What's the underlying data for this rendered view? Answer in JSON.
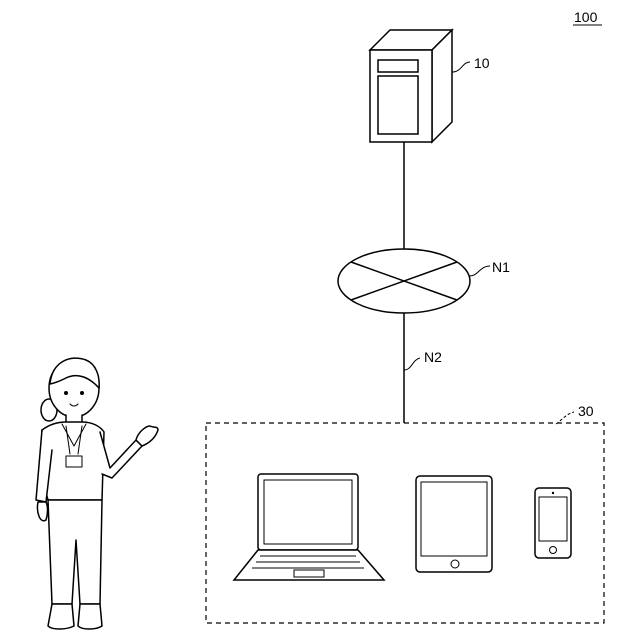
{
  "figure": {
    "number": "100"
  },
  "server": {
    "ref": "10"
  },
  "network": {
    "ref": "N1"
  },
  "link": {
    "ref": "N2"
  },
  "device_group": {
    "ref": "30"
  }
}
